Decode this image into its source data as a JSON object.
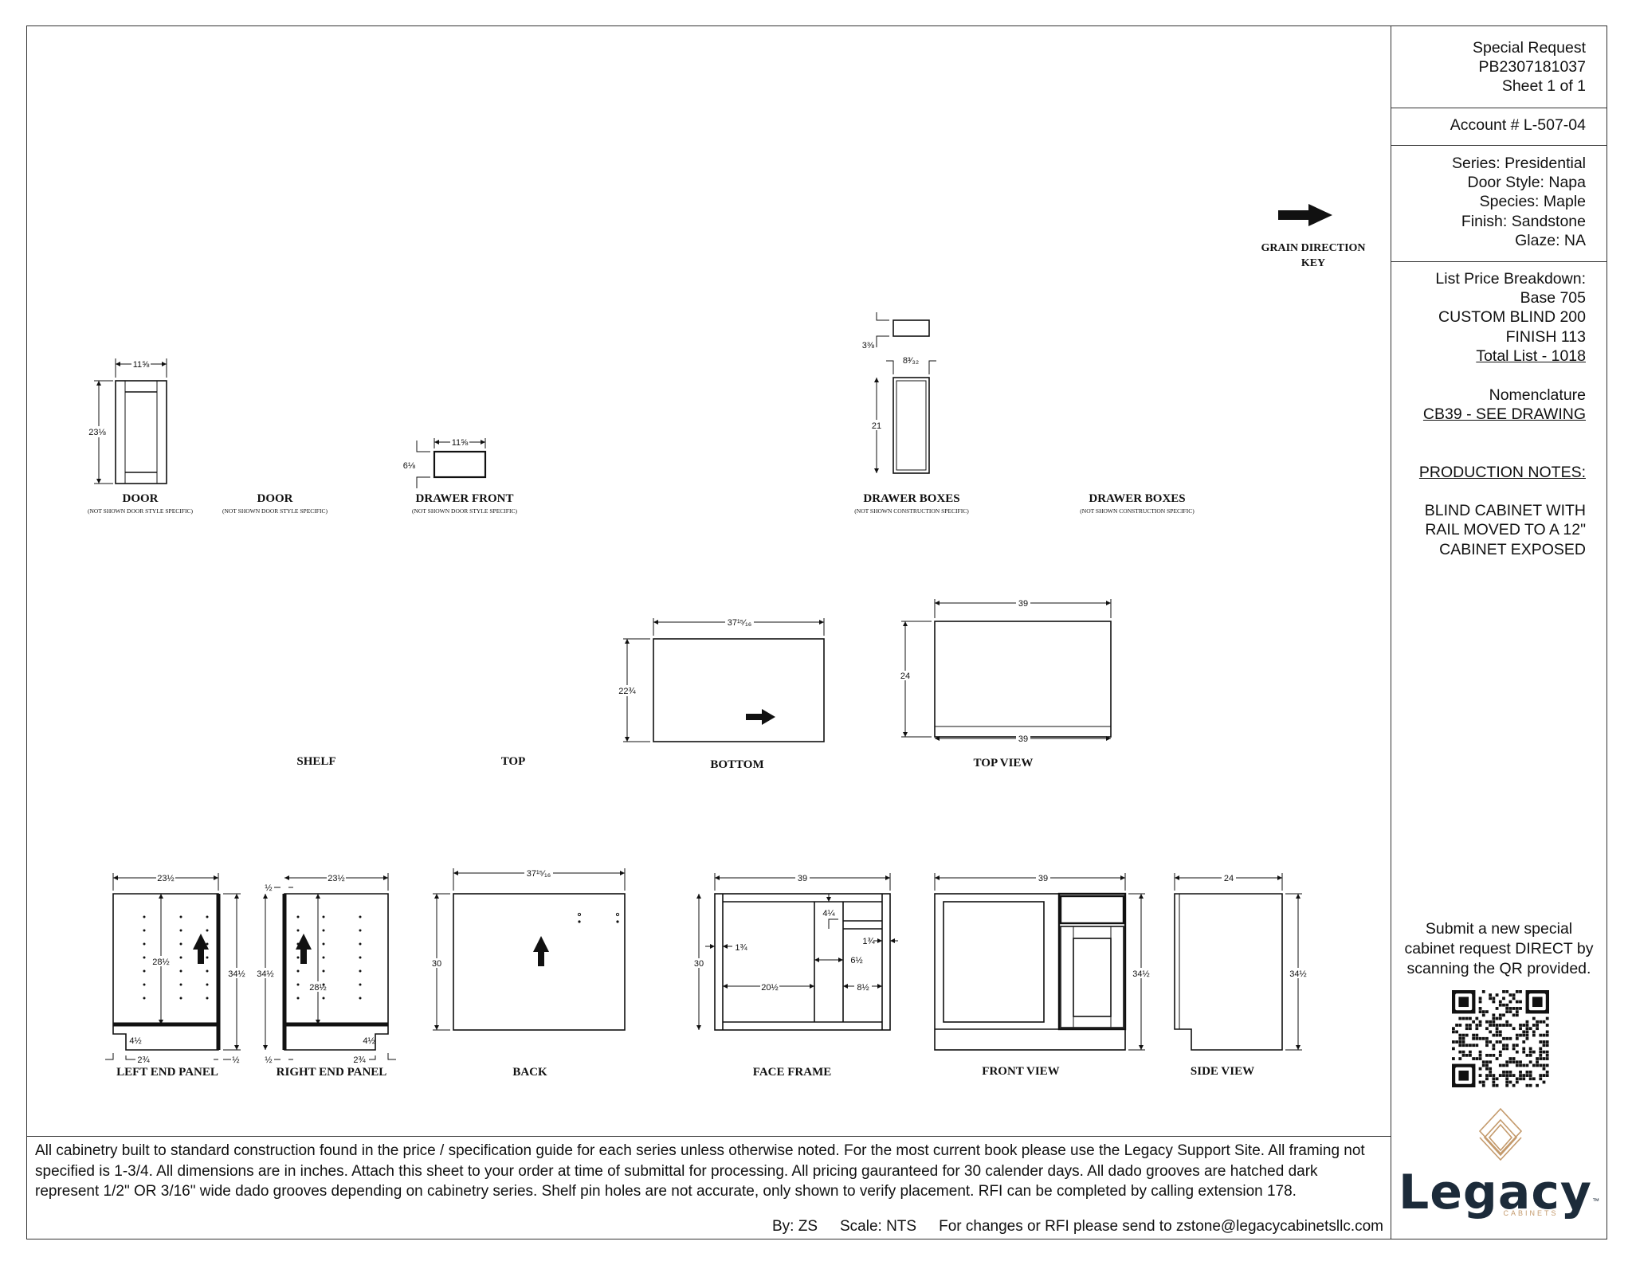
{
  "header": {
    "title": "Special Request",
    "request_id": "PB2307181037",
    "sheet": "Sheet 1 of 1"
  },
  "account": "Account # L-507-04",
  "specs": [
    "Series: Presidential",
    "Door Style: Napa",
    "Species: Maple",
    "Finish: Sandstone",
    "Glaze: NA"
  ],
  "pricing": {
    "title": "List Price Breakdown:",
    "lines": [
      "Base 705",
      "CUSTOM BLIND 200",
      "FINISH 113"
    ],
    "total": "Total List - 1018"
  },
  "nomenclature": {
    "title": "Nomenclature",
    "value": "CB39 - SEE DRAWING"
  },
  "production": {
    "title": "PRODUCTION NOTES:",
    "lines": [
      "BLIND CABINET WITH",
      "RAIL MOVED TO A 12\"",
      "CABINET EXPOSED"
    ]
  },
  "qr_prompt": [
    "Submit a new special",
    "cabinet request DIRECT by",
    "scanning the QR provided."
  ],
  "brand": {
    "name": "Legacy",
    "sub": "CABINETS",
    "tm": "™",
    "accent": "#c49a6c",
    "navy": "#1c2b3a"
  },
  "notes": "All cabinetry built to standard construction found in the price / specification guide for each series unless otherwise noted. For the most current book please use the Legacy Support Site. All framing not specified is 1-3/4. All dimensions are in inches. Attach this sheet to your order at time of submittal for processing. All pricing gauranteed for 30 calender days. All dado grooves are hatched dark represent 1/2\" OR 3/16\" wide dado grooves depending on cabinetry series. Shelf pin holes are not accurate, only shown to verify placement. RFI can be completed by calling extension 178.",
  "footer": {
    "by": "By: ZS",
    "scale": "Scale: NTS",
    "contact": "For changes or RFI please send to zstone@legacycabinetsllc.com"
  },
  "grain": {
    "line1": "GRAIN DIRECTION",
    "line2": "KEY"
  },
  "parts": {
    "door1": {
      "label": "DOOR",
      "sub": "(NOT SHOWN DOOR STYLE SPECIFIC)",
      "w": "11⅝",
      "h": "23⅛"
    },
    "door2": {
      "label": "DOOR",
      "sub": "(NOT SHOWN DOOR STYLE SPECIFIC)"
    },
    "drawer_front": {
      "label": "DRAWER FRONT",
      "sub": "(NOT SHOWN DOOR STYLE SPECIFIC)",
      "w": "11⅝",
      "h": "6⅛"
    },
    "drawer_boxes1": {
      "label": "DRAWER BOXES",
      "sub": "(NOT SHOWN CONSTRUCTION SPECIFIC)",
      "h_small": "3⅜",
      "w": "8³⁄₃₂",
      "h": "21"
    },
    "drawer_boxes2": {
      "label": "DRAWER BOXES",
      "sub": "(NOT SHOWN CONSTRUCTION SPECIFIC)"
    },
    "shelf": {
      "label": "SHELF"
    },
    "top": {
      "label": "TOP"
    },
    "bottom": {
      "label": "BOTTOM",
      "w": "37¹⁵⁄₁₆",
      "h": "22¾"
    },
    "top_view": {
      "label": "TOP VIEW",
      "w": "39",
      "w2": "39",
      "h": "24"
    },
    "left_end_panel": {
      "label": "LEFT END PANEL",
      "w": "23½",
      "h": "34½",
      "inner": "28½",
      "toe_h": "4½",
      "toe_w": "2¾",
      "dado": "½"
    },
    "right_end_panel": {
      "label": "RIGHT END PANEL",
      "w": "23½",
      "h": "34½",
      "inner": "28½",
      "toe_h": "4½",
      "toe_w": "2¾",
      "dado_top": "½",
      "dado": "½"
    },
    "back": {
      "label": "BACK",
      "w": "37¹⁵⁄₁₆",
      "h": "30"
    },
    "face_frame": {
      "label": "FACE FRAME",
      "w": "39",
      "h": "30",
      "stile": "1¾",
      "stile_r": "1¾",
      "rail": "4¼",
      "mullion": "6½",
      "opening_l": "20½",
      "opening_r": "8½"
    },
    "front_view": {
      "label": "FRONT VIEW",
      "w": "39",
      "h": "34½"
    },
    "side_view": {
      "label": "SIDE VIEW",
      "w": "24",
      "h": "34½"
    }
  }
}
